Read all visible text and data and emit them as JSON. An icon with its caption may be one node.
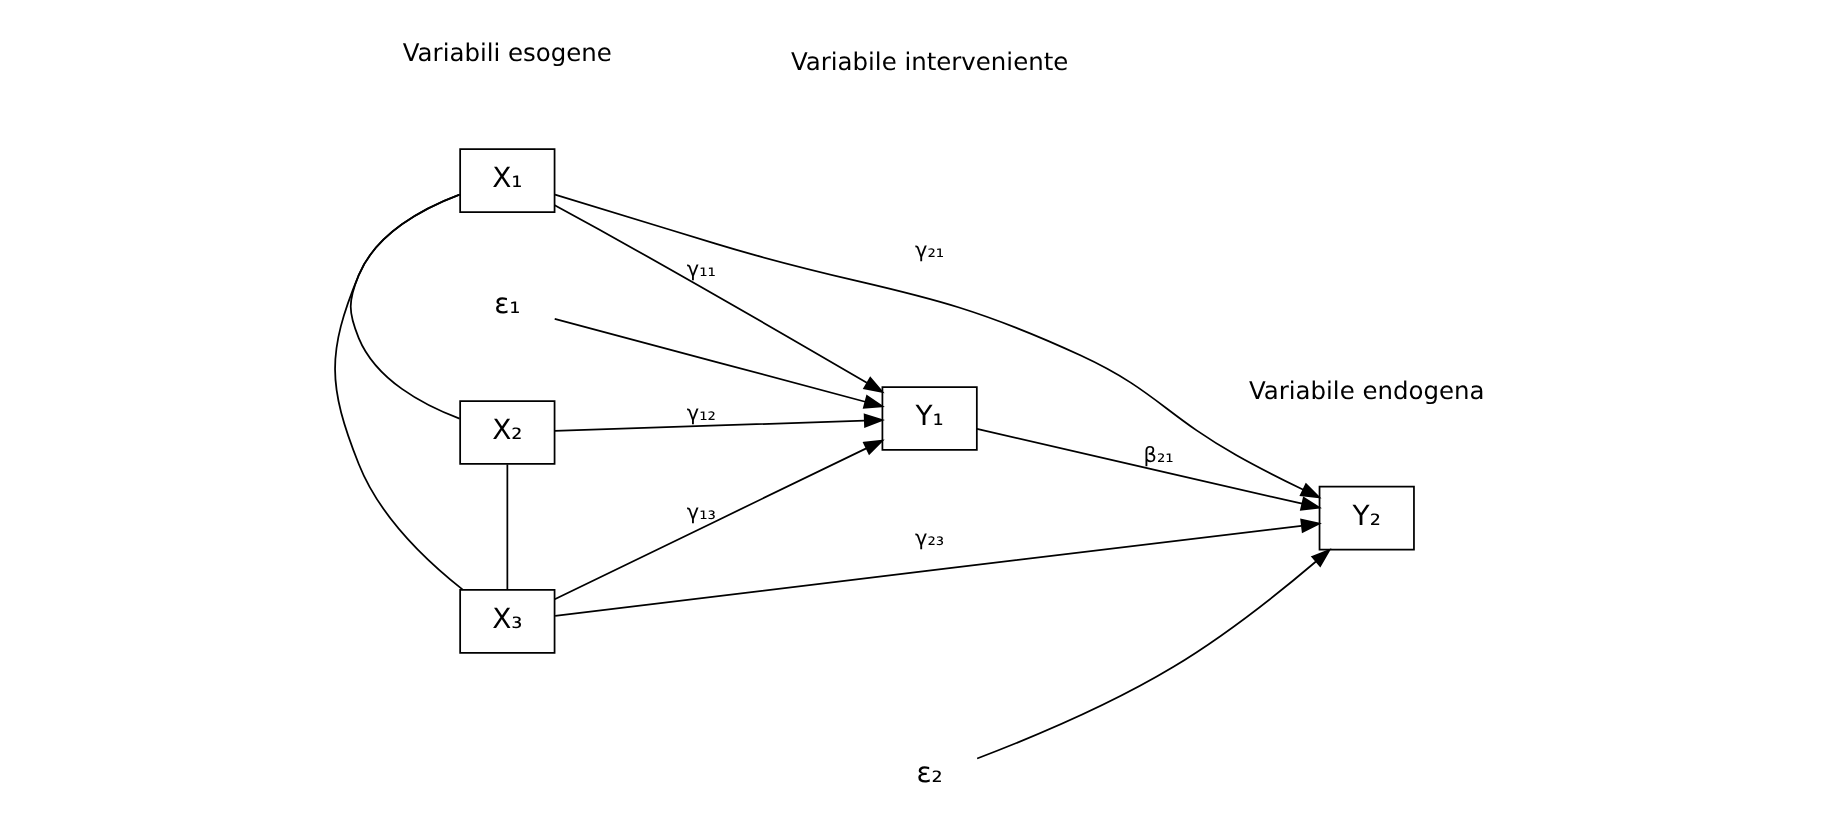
{
  "diagram": {
    "nodes": [
      {
        "text": [
          "X₁"
        ]
      },
      {
        "text": [
          "X₂"
        ]
      },
      {
        "text": [
          "X₃"
        ]
      },
      {
        "text": [
          "ε₁"
        ]
      },
      {
        "text": [
          "Y₁"
        ]
      },
      {
        "text": [
          "ε₂"
        ]
      },
      {
        "text": [
          "Y₂"
        ]
      }
    ],
    "edges": [
      {
        "from": 0,
        "to": 1,
        "arrow": "none"
      },
      {
        "from": 1,
        "to": 2,
        "arrow": "none"
      },
      {
        "from": 0,
        "to": 2,
        "arrow": "none"
      },
      {
        "from": 0,
        "to": 4,
        "label": "γ₁₁",
        "arrow": "to"
      },
      {
        "from": 1,
        "to": 4,
        "label": "γ₁₂",
        "arrow": "to"
      },
      {
        "from": 2,
        "to": 4,
        "label": "γ₁₃",
        "arrow": "to"
      },
      {
        "from": 0,
        "to": 6,
        "label": "γ₂₁",
        "arrow": "to"
      },
      {
        "from": 2,
        "to": 6,
        "label": "γ₂₃",
        "arrow": "to"
      },
      {
        "from": 4,
        "to": 6,
        "label": "β₂₁",
        "arrow": "to"
      },
      {
        "from": 3,
        "to": 4,
        "arrow": "to"
      },
      {
        "from": 5,
        "to": 6,
        "arrow": "to"
      }
    ],
    "labels": [
      "Variabili esogene",
      "Variabile interveniente",
      "Variabile endogena"
    ]
  }
}
